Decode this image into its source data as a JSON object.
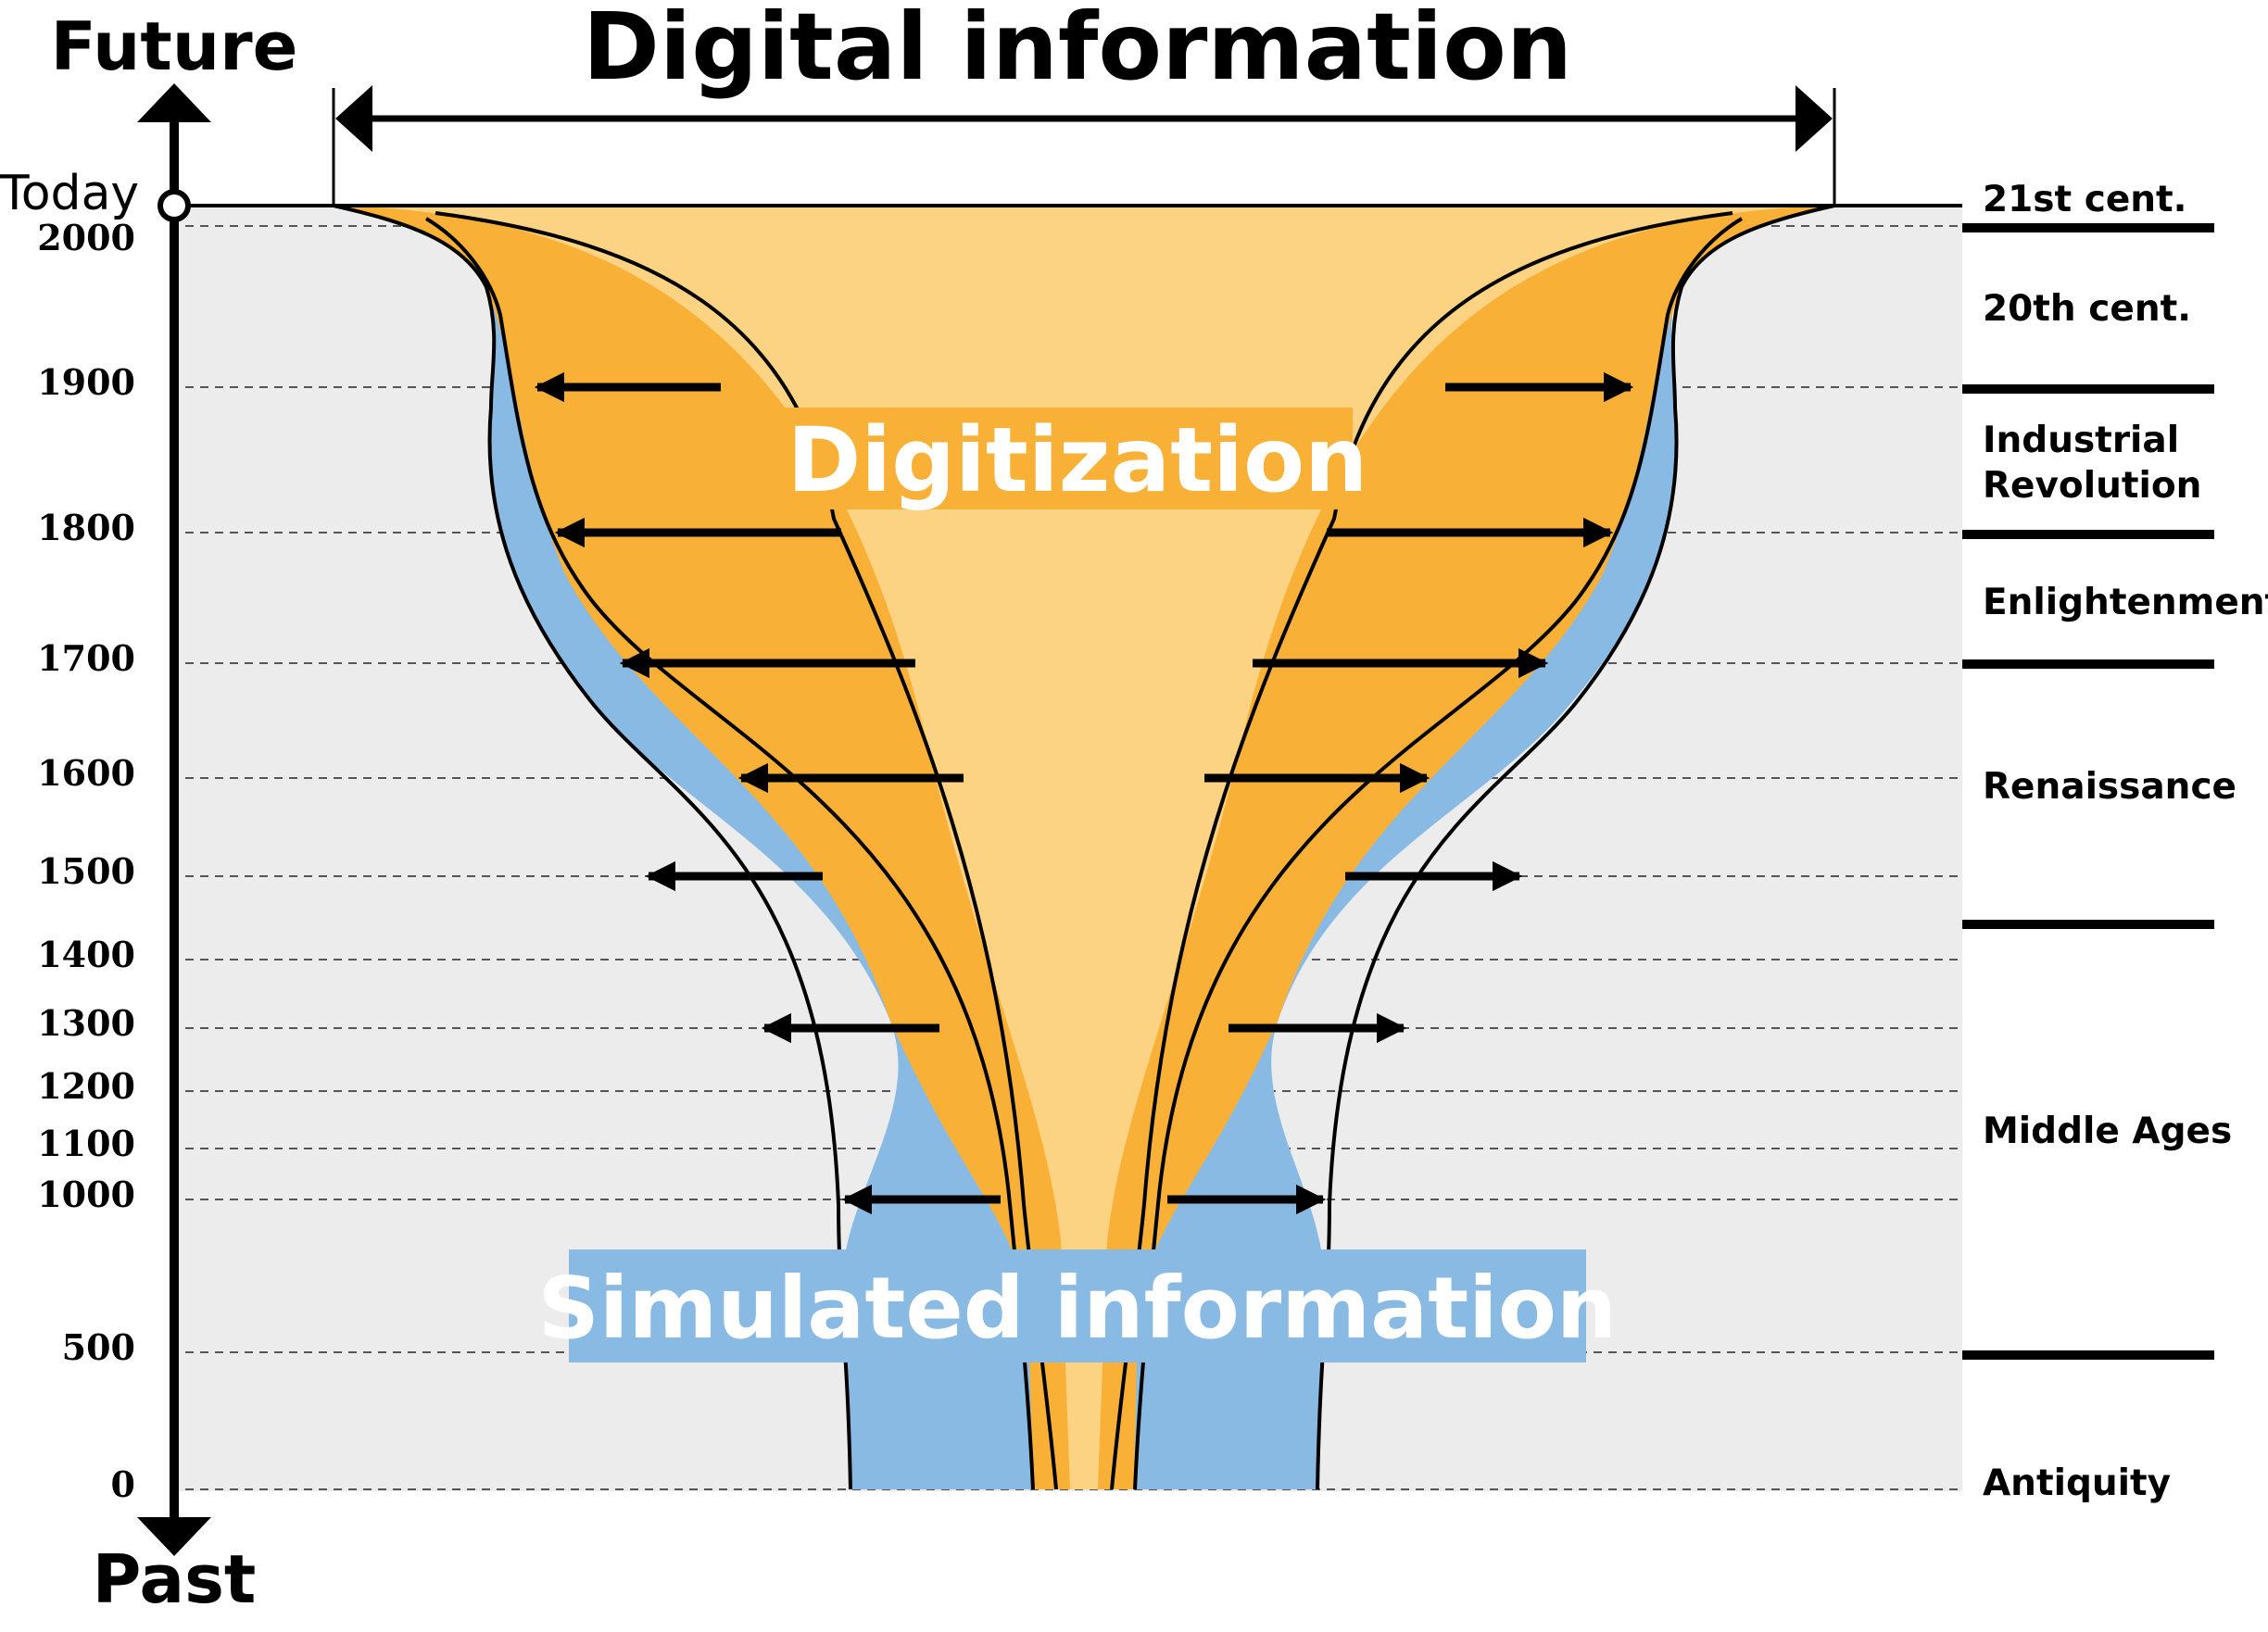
{
  "title": "Digital information",
  "axis": {
    "top_label": "Future",
    "bottom_label": "Past",
    "today_label": "Today"
  },
  "years": [
    "2000",
    "1900",
    "1800",
    "1700",
    "1600",
    "1500",
    "1400",
    "1300",
    "1200",
    "1100",
    "1000",
    "500",
    "0"
  ],
  "eras": {
    "c21": "21st cent.",
    "c20": "20th cent.",
    "industrial_1": "Industrial",
    "industrial_2": "Revolution",
    "enlightenment": "Enlightenment",
    "renaissance": "Renaissance",
    "middle_ages": "Middle Ages",
    "antiquity": "Antiquity"
  },
  "labels": {
    "digitization": "Digitization",
    "simulated": "Simulated information"
  },
  "colors": {
    "background_panel": "#ececec",
    "digital_light": "#fcd283",
    "digitized": "#f8b136",
    "simulated": "#89bae4",
    "ink": "#000000"
  }
}
